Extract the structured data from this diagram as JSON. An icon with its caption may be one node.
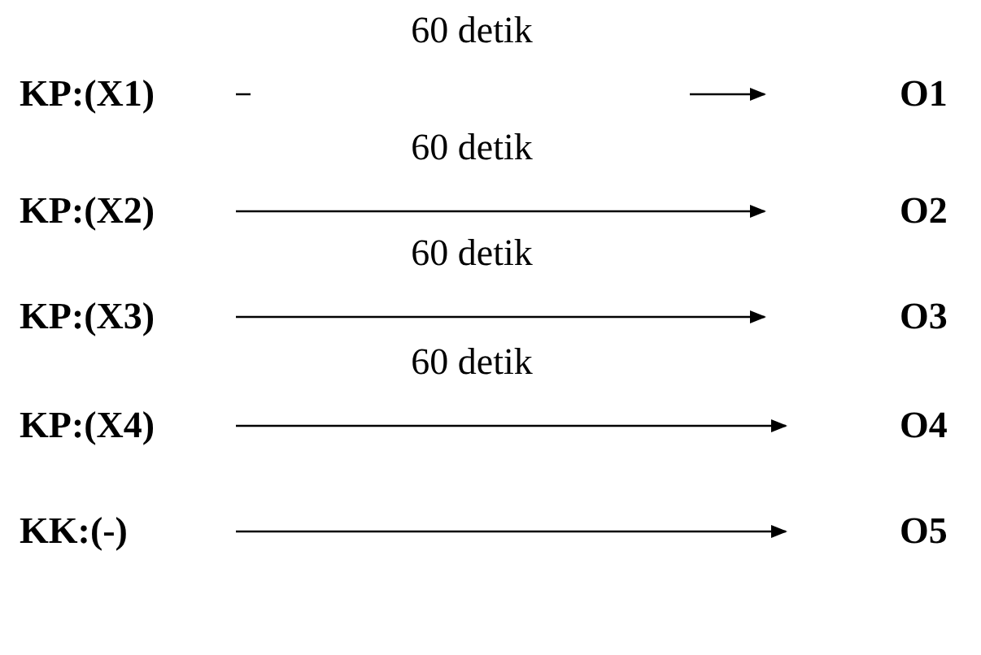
{
  "diagram": {
    "nodes": [
      {
        "text": [
          "KP:(X1)"
        ]
      },
      {
        "text": [
          "O1"
        ]
      },
      {
        "text": [
          "KP:(X2)"
        ]
      },
      {
        "text": [
          "O2"
        ]
      },
      {
        "text": [
          "KP:(X3)"
        ]
      },
      {
        "text": [
          "O3"
        ]
      },
      {
        "text": [
          "KP:(X4)"
        ]
      },
      {
        "text": [
          "O4"
        ]
      },
      {
        "text": [
          "KK:(-)"
        ]
      },
      {
        "text": [
          "O5"
        ]
      }
    ],
    "edges": [
      {
        "from": 0,
        "to": 1,
        "arrow": "to",
        "label": "60 detik",
        "style": "dashed"
      },
      {
        "from": 2,
        "to": 3,
        "arrow": "to",
        "label": "60 detik"
      },
      {
        "from": 4,
        "to": 5,
        "arrow": "to",
        "label": "60 detik"
      },
      {
        "from": 6,
        "to": 7,
        "arrow": "to",
        "label": "60 detik"
      },
      {
        "from": 8,
        "to": 9,
        "arrow": "to"
      }
    ]
  }
}
